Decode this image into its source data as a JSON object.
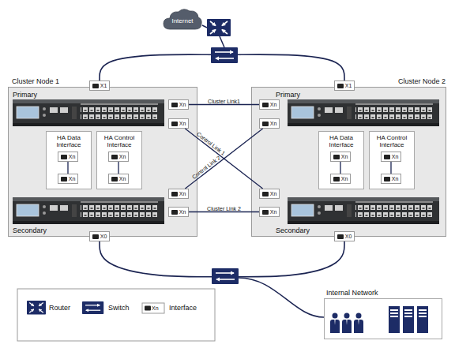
{
  "diagram": {
    "nodes": [
      {
        "text": [
          "Internet"
        ]
      },
      {
        "text": [
          "Cluster Node 1",
          "Primary",
          "Secondary"
        ]
      },
      {
        "text": [
          "X1"
        ],
        "in": 1
      },
      {
        "text": [
          "Xn"
        ],
        "in": 1
      },
      {
        "text": [
          "Xn"
        ],
        "in": 1
      },
      {
        "text": [
          "HA Data Interface"
        ],
        "in": 1
      },
      {
        "text": [
          "Xn"
        ],
        "in": 5
      },
      {
        "text": [
          "Xn"
        ],
        "in": 5
      },
      {
        "text": [
          "HA Control Interface"
        ],
        "in": 1
      },
      {
        "text": [
          "Xn"
        ],
        "in": 8
      },
      {
        "text": [
          "Xn"
        ],
        "in": 8
      },
      {
        "text": [
          "Xn"
        ],
        "in": 1
      },
      {
        "text": [
          "Xn"
        ],
        "in": 1
      },
      {
        "text": [
          "X0"
        ],
        "in": 1
      },
      {
        "text": [
          "Cluster Node 2",
          "Primary",
          "Secondary"
        ]
      },
      {
        "text": [
          "X1"
        ],
        "in": 14
      },
      {
        "text": [
          "Xn"
        ],
        "in": 14
      },
      {
        "text": [
          "Xn"
        ],
        "in": 14
      },
      {
        "text": [
          "HA Data Interface"
        ],
        "in": 14
      },
      {
        "text": [
          "Xn"
        ],
        "in": 18
      },
      {
        "text": [
          "Xn"
        ],
        "in": 18
      },
      {
        "text": [
          "HA Control Interface"
        ],
        "in": 14
      },
      {
        "text": [
          "Xn"
        ],
        "in": 21
      },
      {
        "text": [
          "Xn"
        ],
        "in": 21
      },
      {
        "text": [
          "Xn"
        ],
        "in": 14
      },
      {
        "text": [
          "Xn"
        ],
        "in": 14
      },
      {
        "text": [
          "X0"
        ],
        "in": 14
      },
      {
        "text": [
          "Internal Network"
        ]
      }
    ],
    "edges": [
      {
        "from": 2,
        "to": 15,
        "arrow": "none"
      },
      {
        "from": 3,
        "to": 16,
        "arrow": "none",
        "label": "Cluster Link1"
      },
      {
        "from": 4,
        "to": 24,
        "arrow": "none",
        "label": "Control Link 1"
      },
      {
        "from": 11,
        "to": 17,
        "arrow": "none",
        "label": "Control Link 2"
      },
      {
        "from": 12,
        "to": 25,
        "arrow": "none",
        "label": "Cluster Link 2"
      },
      {
        "from": 6,
        "to": 7,
        "arrow": "none"
      },
      {
        "from": 9,
        "to": 10,
        "arrow": "none"
      },
      {
        "from": 19,
        "to": 20,
        "arrow": "none"
      },
      {
        "from": 22,
        "to": 23,
        "arrow": "none"
      },
      {
        "from": 13,
        "to": 26,
        "arrow": "none"
      }
    ],
    "labels": [
      "Xn"
    ],
    "legend": [
      {
        "text": "Router"
      },
      {
        "text": "Switch"
      },
      {
        "text": "Interface"
      }
    ]
  }
}
